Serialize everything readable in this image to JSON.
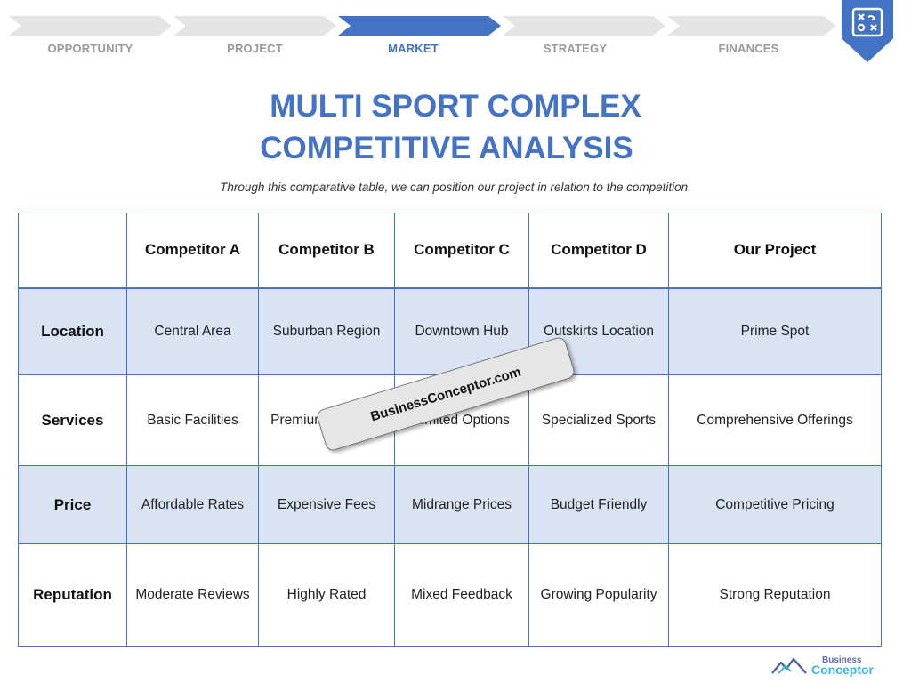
{
  "nav": {
    "steps": [
      {
        "label": "OPPORTUNITY"
      },
      {
        "label": "PROJECT"
      },
      {
        "label": "MARKET"
      },
      {
        "label": "STRATEGY"
      },
      {
        "label": "FINANCES"
      }
    ],
    "active_step": "MARKET",
    "colors": {
      "active": "#4472c4",
      "inactive": "#e4e4e4"
    }
  },
  "badge": {
    "icon": "strategy-board-icon"
  },
  "title": {
    "line1": "MULTI SPORT COMPLEX",
    "line2": "COMPETITIVE ANALYSIS"
  },
  "subtitle": "Through this comparative table, we can position our project in relation to the competition.",
  "table": {
    "columns": [
      "",
      "Competitor A",
      "Competitor B",
      "Competitor C",
      "Competitor D",
      "Our Project"
    ],
    "rows": [
      {
        "label": "Location",
        "cells": [
          "Central Area",
          "Suburban Region",
          "Downtown Hub",
          "Outskirts Location",
          "Prime Spot"
        ]
      },
      {
        "label": "Services",
        "cells": [
          "Basic Facilities",
          "Premium Services",
          "Limited Options",
          "Specialized Sports",
          "Comprehensive Offerings"
        ]
      },
      {
        "label": "Price",
        "cells": [
          "Affordable Rates",
          "Expensive Fees",
          "Midrange Prices",
          "Budget Friendly",
          "Competitive Pricing"
        ]
      },
      {
        "label": "Reputation",
        "cells": [
          "Moderate Reviews",
          "Highly Rated",
          "Mixed Feedback",
          "Growing Popularity",
          "Strong Reputation"
        ]
      }
    ],
    "colors": {
      "border": "#4472c4",
      "shaded": "#dae3f3"
    }
  },
  "watermark": "BusinessConceptor.com",
  "logo": {
    "line1": "Business",
    "line2": "Conceptor"
  }
}
